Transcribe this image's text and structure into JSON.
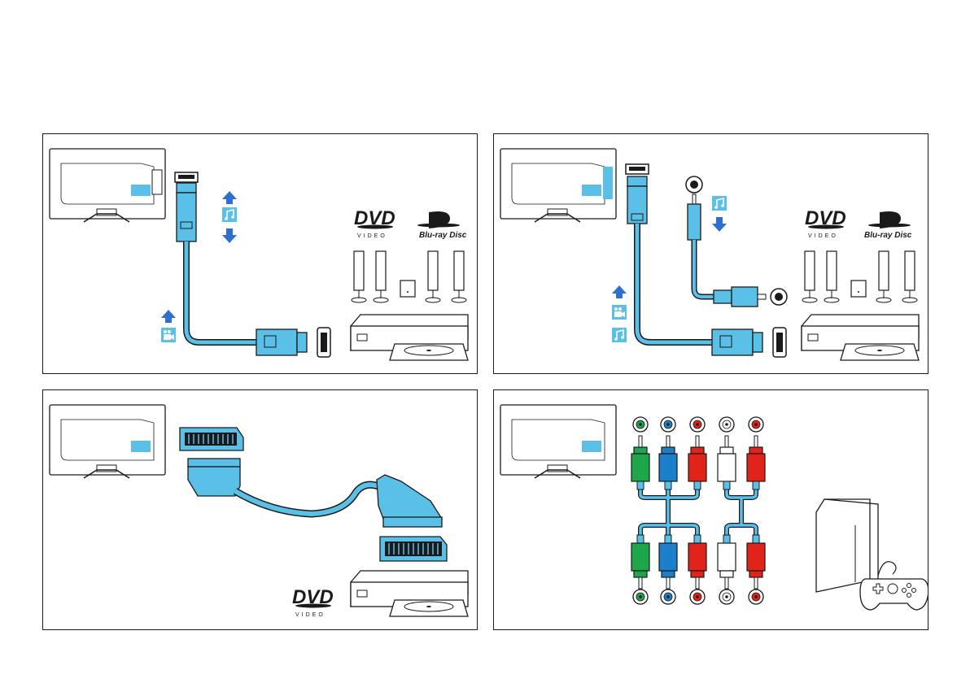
{
  "logos": {
    "dvd": "DVD",
    "video": "VIDEO",
    "bluray": "Blu-ray Disc"
  },
  "colors": {
    "cable": "#5bc0e8",
    "cable_dark": "#2a8fc4",
    "arrow": "#2f6fcf",
    "green": "#1ea64b",
    "blue": "#1c7fc9",
    "red": "#e2231a",
    "white": "#ffffff",
    "outline": "#1a1a1a"
  },
  "icons": {
    "panel1": [
      "arrow-up-icon",
      "music-note-icon",
      "arrow-down-icon",
      "arrow-up-icon",
      "video-camera-icon"
    ],
    "panel2": [
      "music-note-icon",
      "arrow-down-icon",
      "arrow-up-icon",
      "video-camera-icon",
      "music-note-icon"
    ],
    "panel4": [
      "gamepad-icon",
      "game-console-icon"
    ]
  }
}
